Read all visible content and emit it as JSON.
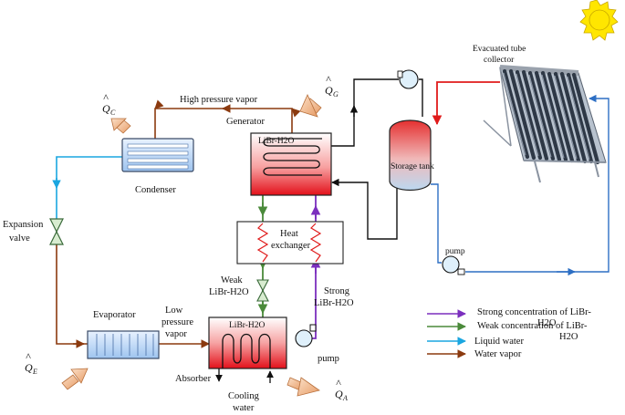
{
  "labels": {
    "high_pressure_vapor": "High pressure vapor",
    "generator": "Generator",
    "generator_fluid": "LiBr-H2O",
    "condenser": "Condenser",
    "expansion_valve_l1": "Expansion",
    "expansion_valve_l2": "valve",
    "heat_exchanger_l1": "Heat",
    "heat_exchanger_l2": "exchanger",
    "weak_l1": "Weak",
    "weak_l2": "LiBr-H2O",
    "strong_l1": "Strong",
    "strong_l2": "LiBr-H2O",
    "evaporator": "Evaporator",
    "low_pressure_l1": "Low",
    "low_pressure_l2": "pressure",
    "low_pressure_l3": "vapor",
    "absorber_fluid": "LiBr-H2O",
    "absorber": "Absorber",
    "cooling_l1": "Cooling",
    "cooling_l2": "water",
    "pump_absorber": "pump",
    "pump_collector": "pump",
    "storage_tank": "Storage tank",
    "collector_l1": "Evacuated tube",
    "collector_l2": "collector"
  },
  "heat_flows": {
    "qc": {
      "symbol": "Q",
      "sub": "C"
    },
    "qg": {
      "symbol": "Q",
      "sub": "G"
    },
    "qe": {
      "symbol": "Q",
      "sub": "E"
    },
    "qa": {
      "symbol": "Q",
      "sub": "A"
    }
  },
  "legend": {
    "items": [
      {
        "label": "Strong concentration of  LiBr-",
        "label2": "H2O",
        "color": "#7b2fbe"
      },
      {
        "label": "Weak concentration of  LiBr-",
        "label2": "H2O",
        "color": "#4a8a3a"
      },
      {
        "label": "Liquid water",
        "label2": "",
        "color": "#1aa6e0"
      },
      {
        "label": "Water vapor",
        "label2": "",
        "color": "#8b3a0f"
      }
    ]
  },
  "colors": {
    "vapor": "#8b3a0f",
    "liquid": "#1aa6e0",
    "strong": "#7b2fbe",
    "weak": "#4a8a3a",
    "hot": "#e01b1b",
    "cold": "#2d6fc4",
    "dark": "#111111",
    "sun": "#ffe600"
  }
}
